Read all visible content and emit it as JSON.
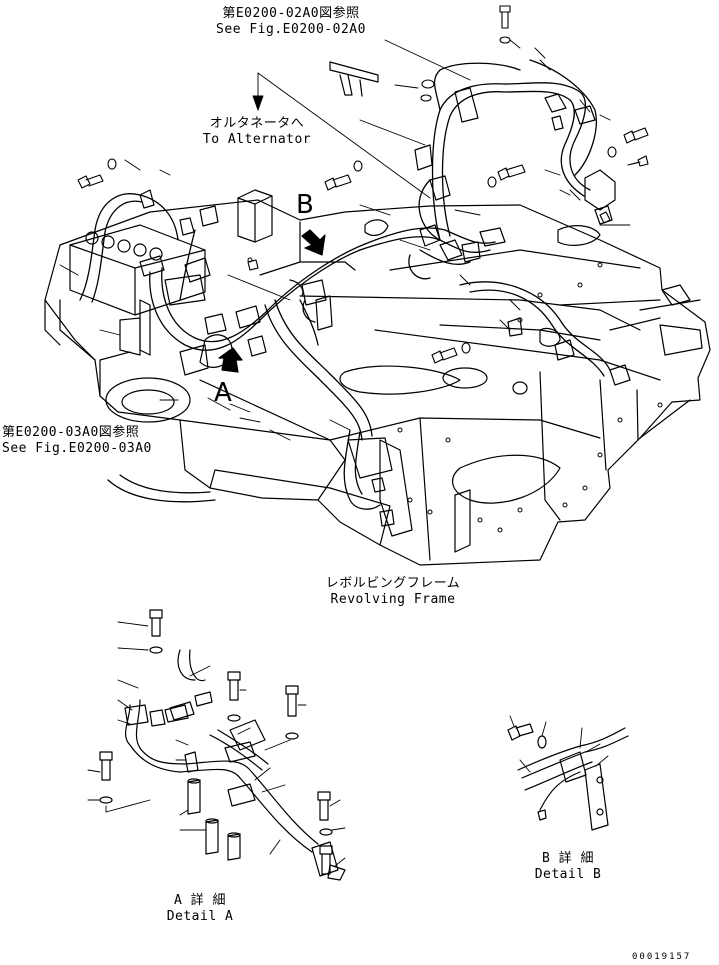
{
  "callouts": {
    "ref_top_jp": "第E0200-02A0図参照",
    "ref_top_en": "See Fig.E0200-02A0",
    "alternator_jp": "オルタネータへ",
    "alternator_en": "To Alternator",
    "ref_left_jp": "第E0200-03A0図参照",
    "ref_left_en": "See Fig.E0200-03A0",
    "frame_jp": "レボルビングフレーム",
    "frame_en": "Revolving Frame"
  },
  "markers": {
    "view_a": "A",
    "view_b": "B"
  },
  "details": {
    "a_jp": "A 詳 細",
    "a_en": "Detail A",
    "b_jp": "B 詳 細",
    "b_en": "Detail B"
  },
  "document_number": "00019157"
}
